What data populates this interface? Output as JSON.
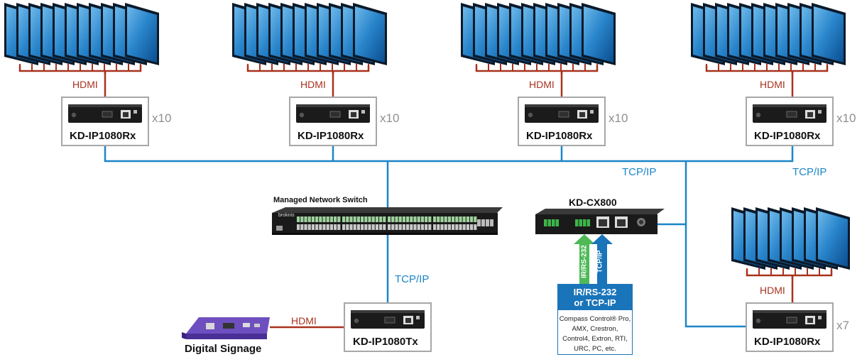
{
  "labels": {
    "hdmi": "HDMI",
    "tcp_ip": "TCP/IP",
    "rx_model": "KD-IP1080Rx",
    "tx_model": "KD-IP1080Tx",
    "x10": "x10",
    "x7": "x7",
    "switch_title": "Managed Network Switch",
    "switch_brand": "broknis",
    "cx_model": "KD-CX800",
    "ir_tag": "IR/RS-232",
    "tcp_tag": "TCP/IP",
    "control_head_line1": "IR/RS-232",
    "control_head_line2": "or TCP-IP",
    "control_line1": "Compass Control® Pro,",
    "control_line2": "AMX, Crestron,",
    "control_line3": "Control4, Extron, RTI,",
    "control_line4": "URC, PC, etc.",
    "digital_signage": "Digital Signage"
  },
  "colors": {
    "network_line": "#1a86c8",
    "hdmi_line": "#a8321e",
    "box_border": "#a7a7a7",
    "ir_arrow": "#4fb958",
    "tcp_arrow": "#1a74b9",
    "screen_light": "#3d9ad8",
    "screen_dark": "#0a4d8f",
    "signage_purple": "#5a3aa8"
  },
  "icons": [
    "display-wall-icon",
    "receiver-device-icon",
    "transmitter-device-icon",
    "network-switch-icon",
    "control-processor-icon",
    "media-player-icon"
  ]
}
